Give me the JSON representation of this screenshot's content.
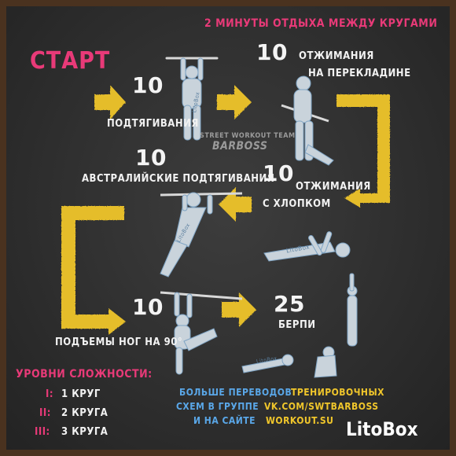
{
  "header": {
    "rest_note": "2 МИНУТЫ ОТДЫХА МЕЖДУ КРУГАМИ",
    "start": "СТАРТ"
  },
  "exercises": [
    {
      "count": "10",
      "name": "ПОДТЯГИВАНИЯ"
    },
    {
      "count": "10",
      "name_line1": "ОТЖИМАНИЯ",
      "name_line2": "НА ПЕРЕКЛАДИНЕ"
    },
    {
      "count": "10",
      "name": "АВСТРАЛИЙСКИЕ ПОДТЯГИВАНИЯ"
    },
    {
      "count": "10",
      "name_line1": "ОТЖИМАНИЯ",
      "name_line2": "С ХЛОПКОМ"
    },
    {
      "count": "10",
      "name": "ПОДЪЕМЫ НОГ НА 90°"
    },
    {
      "count": "25",
      "name": "БЕРПИ"
    }
  ],
  "watermark": {
    "line1": "STREET WORKOUT TEAM",
    "line2": "BARBOSS"
  },
  "figure_tags": [
    "LitoBox",
    "LitoBox",
    "LitoBox",
    "LitoBox"
  ],
  "levels": {
    "title": "УРОВНИ СЛОЖНОСТИ:",
    "items": [
      {
        "roman": "I:",
        "text": "1 КРУГ"
      },
      {
        "roman": "II:",
        "text": "2 КРУГА"
      },
      {
        "roman": "III:",
        "text": "3 КРУГА"
      }
    ]
  },
  "promo": {
    "line1_a": "БОЛЬШЕ ПЕРЕВОДОВ",
    "line1_b": "ТРЕНИРОВОЧНЫХ",
    "line2_a": "СХЕМ В ГРУППЕ",
    "line2_b": "VK.COM/SWTBARBOSS",
    "line3_a": "И НА САЙТЕ",
    "line3_b": "WORKOUT.SU"
  },
  "brand": {
    "name": "LitoBox"
  },
  "colors": {
    "pink": "#e83a78",
    "yellow": "#f0c62b",
    "blue": "#5aa7e8",
    "board": "#2f2f2f",
    "frame": "#4a321f"
  }
}
